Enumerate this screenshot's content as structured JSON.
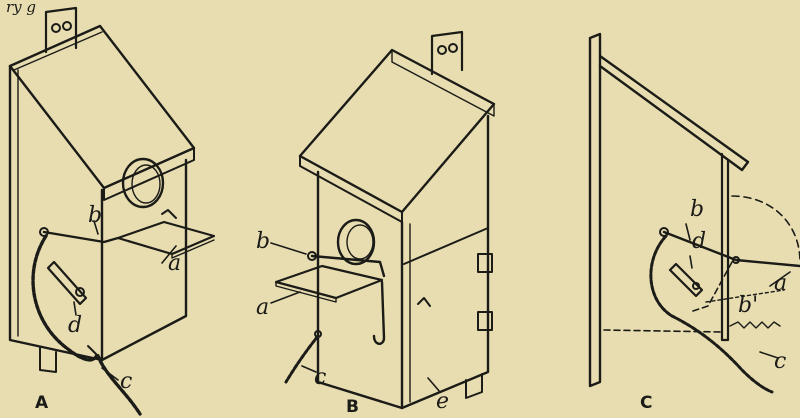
{
  "top_text": "ry                                    g",
  "figures": [
    {
      "caption": "A",
      "labels": {
        "a": "a",
        "b": "b",
        "c": "c",
        "d": "d"
      }
    },
    {
      "caption": "B",
      "labels": {
        "a": "a",
        "b": "b",
        "c": "c",
        "e": "e"
      }
    },
    {
      "caption": "C",
      "labels": {
        "a": "a",
        "b": "b",
        "b_prime": "b'",
        "c": "c",
        "d": "d"
      }
    }
  ],
  "colors": {
    "paper": "#e8ddb1",
    "ink": "#1b1b17"
  }
}
